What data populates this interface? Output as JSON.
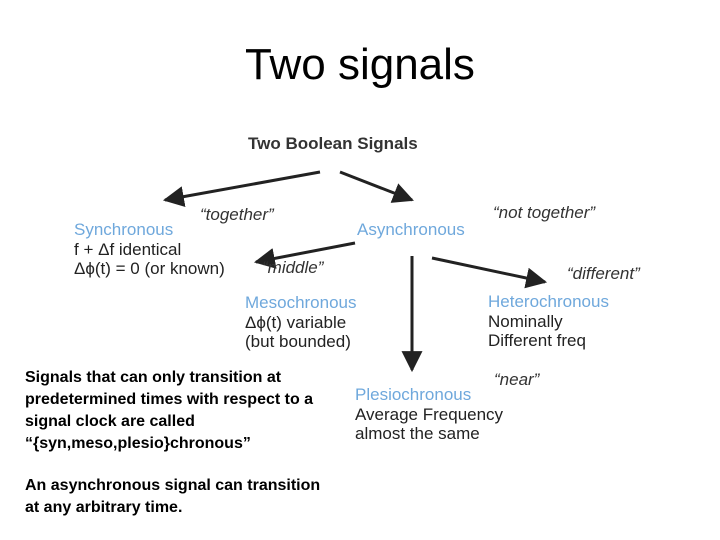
{
  "title": "Two signals",
  "diagram": {
    "root": "Two Boolean Signals",
    "quotes": {
      "together": "“together”",
      "not_together": "“not together”",
      "middle": "“middle”",
      "different": "“different”",
      "near": "“near”"
    },
    "synchronous": {
      "label": "Synchronous",
      "lines": [
        "f + Δf identical",
        "Δϕ(t) = 0 (or known)"
      ]
    },
    "asynchronous": {
      "label": "Asynchronous"
    },
    "mesochronous": {
      "label": "Mesochronous",
      "lines": [
        "Δϕ(t) variable",
        "(but bounded)"
      ]
    },
    "heterochronous": {
      "label": "Heterochronous",
      "lines": [
        "Nominally",
        "Different freq"
      ]
    },
    "plesiochronous": {
      "label": "Plesiochronous",
      "lines": [
        "Average Frequency",
        "almost the same"
      ]
    }
  },
  "captions": {
    "sync_lines": [
      "Signals that can only transition at",
      "predetermined times with respect to a",
      "signal clock are called",
      "“{syn,meso,plesio}chronous”"
    ],
    "async_lines": [
      "An asynchronous signal can transition",
      "at any arbitrary time."
    ]
  },
  "colors": {
    "node_label": "#6fa8dc",
    "arrow": "#222222"
  }
}
